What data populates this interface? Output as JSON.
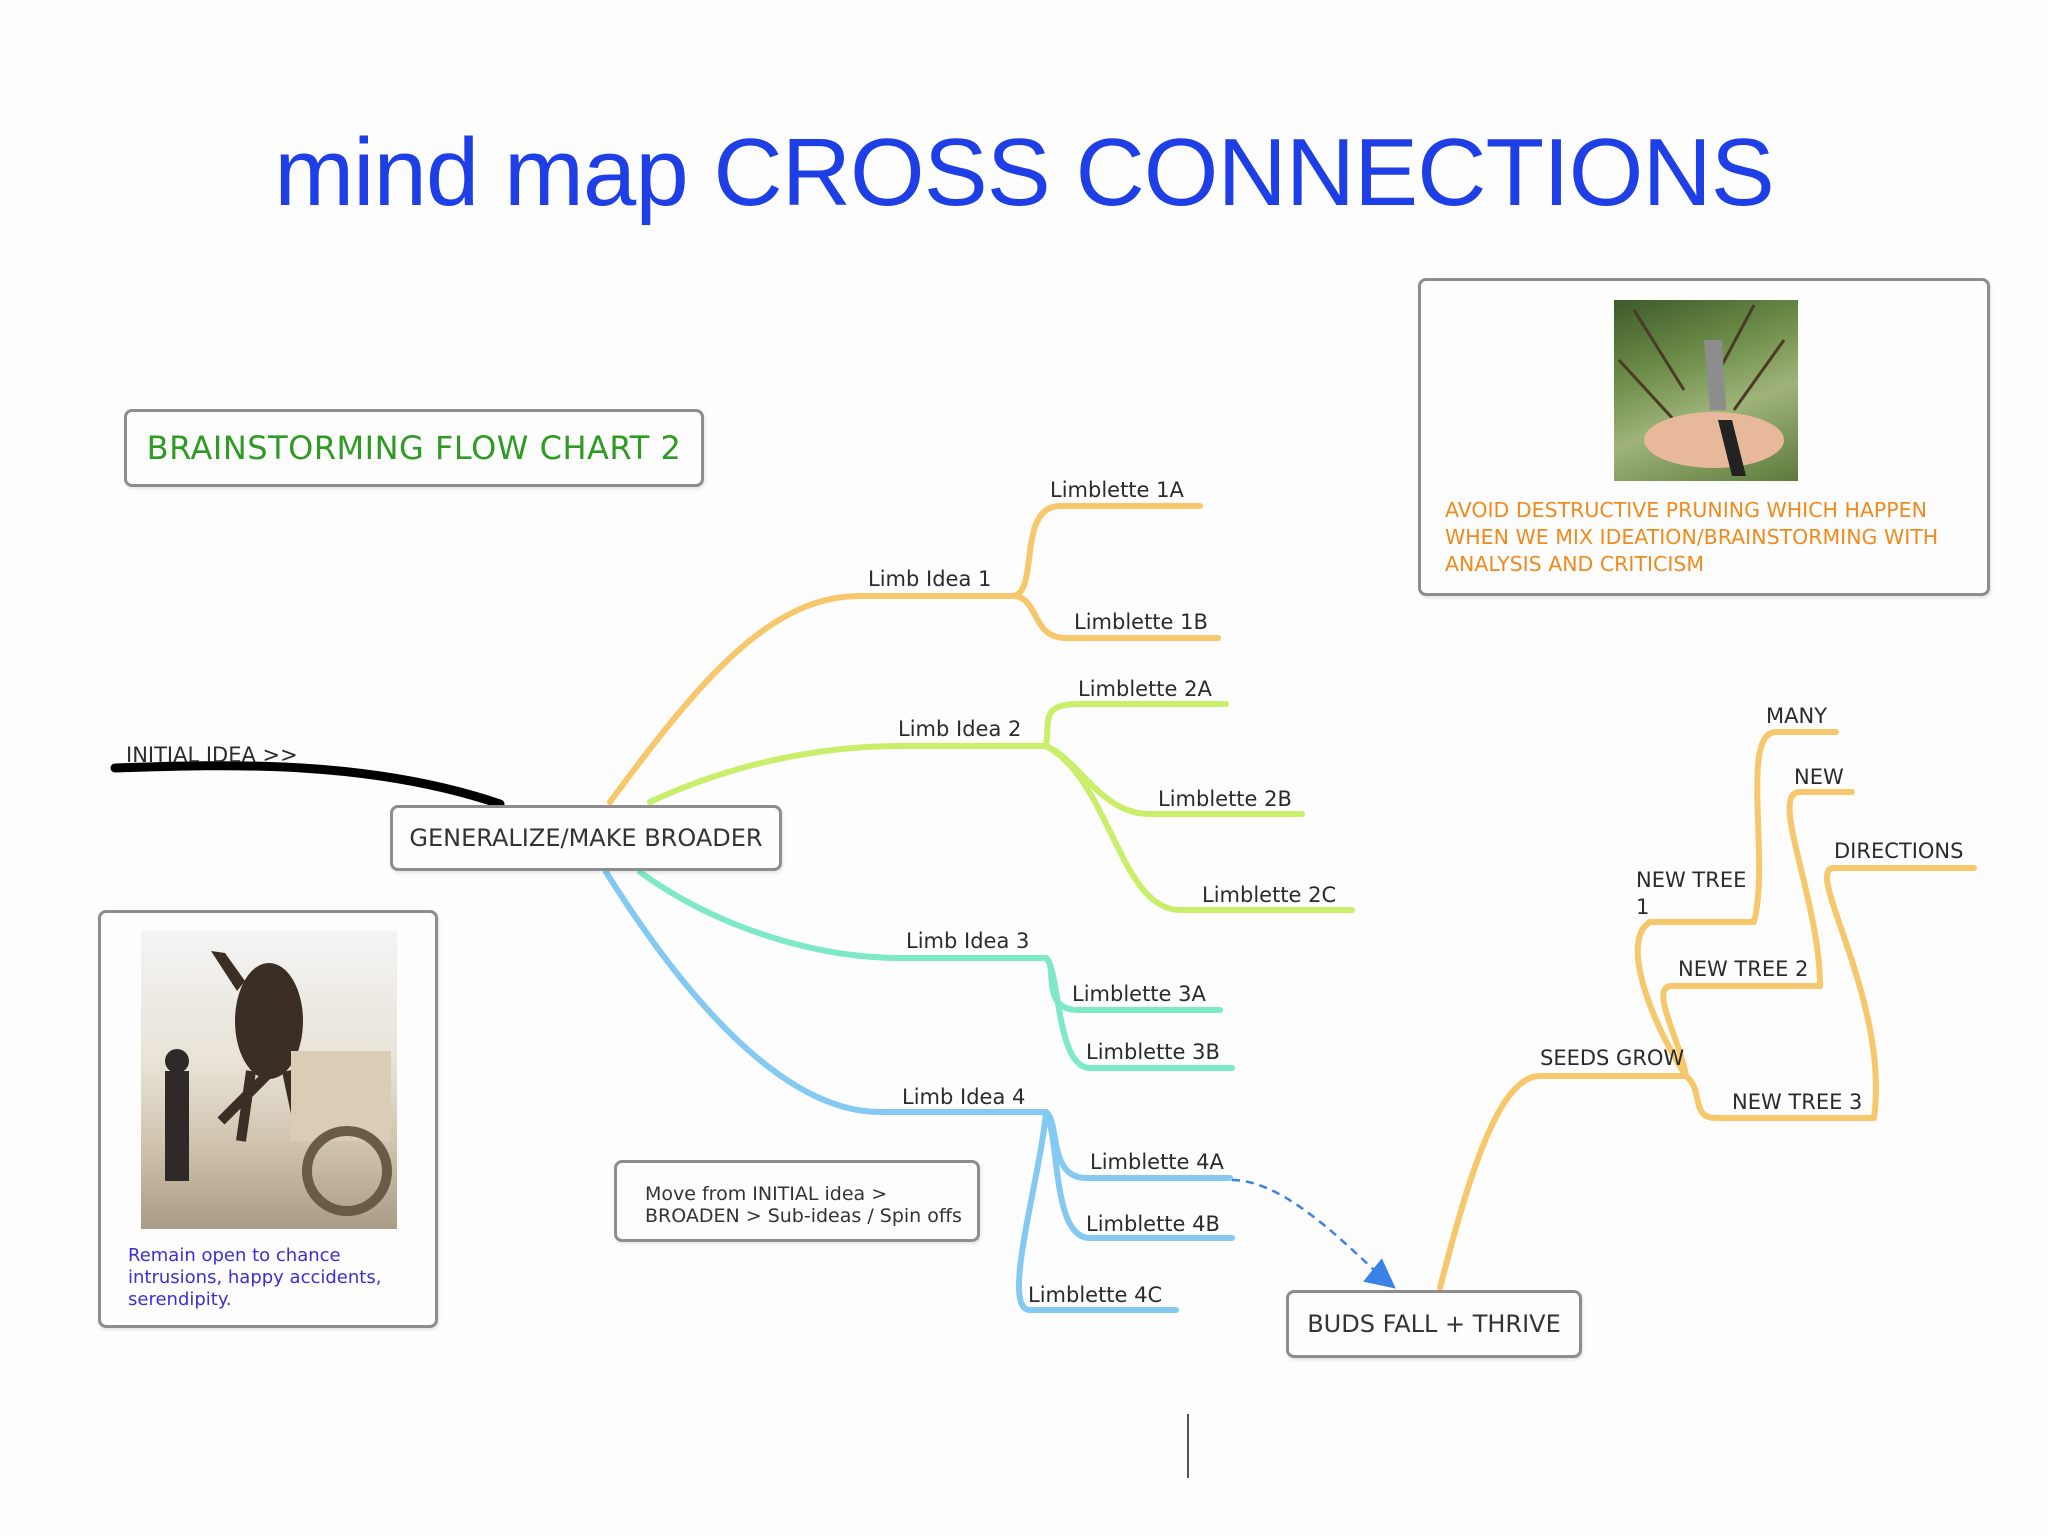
{
  "title": "mind map CROSS CONNECTIONS",
  "flow_chart_title": "BRAINSTORMING FLOW CHART 2",
  "initial_idea": "INITIAL IDEA >>",
  "central_node": "GENERALIZE/MAKE BROADER",
  "limbs": [
    {
      "label": "Limb Idea 1",
      "color": "#f7c76b",
      "limblettes": [
        "Limblette 1A",
        "Limblette 1B"
      ]
    },
    {
      "label": "Limb Idea 2",
      "color": "#c9ee6a",
      "limblettes": [
        "Limblette 2A",
        "Limblette 2B",
        "Limblette 2C"
      ]
    },
    {
      "label": "Limb Idea 3",
      "color": "#7ee9c7",
      "limblettes": [
        "Limblette 3A",
        "Limblette 3B"
      ]
    },
    {
      "label": "Limb Idea 4",
      "color": "#84c9f2",
      "limblettes": [
        "Limblette 4A",
        "Limblette 4B",
        "Limblette 4C"
      ]
    }
  ],
  "note": {
    "line1": "Move from INITIAL idea >",
    "line2": "BROADEN > Sub-ideas / Spin offs"
  },
  "buds_node": "BUDS FALL + THRIVE",
  "seeds": {
    "label": "SEEDS GROW",
    "color": "#f7c76b",
    "trees": [
      "NEW TREE 1",
      "NEW TREE 2",
      "NEW TREE 3"
    ],
    "tree1_line1": "NEW TREE",
    "tree1_line2": "1",
    "words": [
      "MANY",
      "NEW",
      "DIRECTIONS"
    ]
  },
  "pruning": {
    "line1": "AVOID DESTRUCTIVE PRUNING WHICH HAPPEN",
    "line2": "WHEN WE MIX IDEATION/BRAINSTORMING WITH",
    "line3": "ANALYSIS AND CRITICISM",
    "text_color": "#f08a1c"
  },
  "serendipity": {
    "line1": "Remain open to chance",
    "line2": "intrusions, happy accidents,",
    "line3": "serendipity.",
    "text_color": "#3a2fd6"
  },
  "colors": {
    "title": "#1f3fe6",
    "flow_chart_title": "#2f9a24",
    "arrow": "#3b82e6"
  }
}
